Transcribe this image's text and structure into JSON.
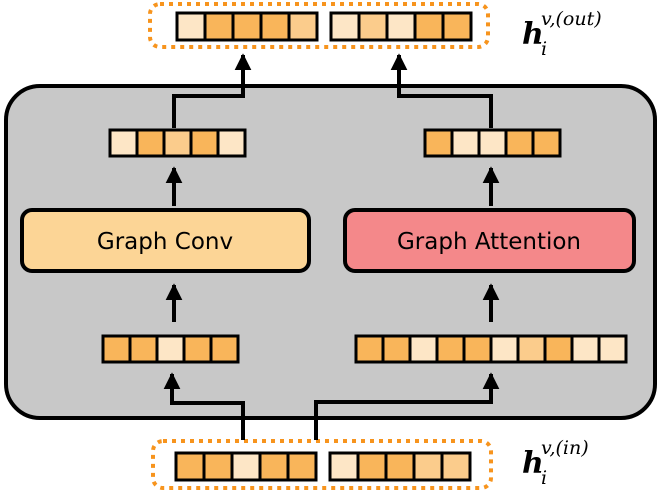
{
  "diagram": {
    "modules": {
      "graph_conv": {
        "label": "Graph Conv",
        "fill": "#FCD596"
      },
      "graph_attention": {
        "label": "Graph Attention",
        "fill": "#F4888A"
      }
    },
    "outer_panel": {
      "fill": "#C8C8C8"
    },
    "input_label": {
      "symbol": "h",
      "subscript": "i",
      "superscript": "v,(in)"
    },
    "output_label": {
      "symbol": "h",
      "subscript": "i",
      "superscript": "v,(out)"
    },
    "colors": {
      "cell_dark": "#F9B55A",
      "cell_mid": "#FBCC8C",
      "cell_light": "#FDE6C6",
      "dotted_border": "#F7941D",
      "stroke": "#000000"
    },
    "vectors": {
      "input_left": [
        "dark",
        "dark",
        "light",
        "dark",
        "dark"
      ],
      "input_right": [
        "light",
        "dark",
        "dark",
        "mid",
        "mid"
      ],
      "conv_in": [
        "dark",
        "dark",
        "light",
        "dark",
        "dark"
      ],
      "attn_in": [
        "dark",
        "dark",
        "light",
        "dark",
        "dark",
        "light",
        "mid",
        "dark",
        "light",
        "light"
      ],
      "conv_out": [
        "light",
        "dark",
        "mid",
        "dark",
        "light"
      ],
      "attn_out": [
        "dark",
        "light",
        "light",
        "dark",
        "dark"
      ],
      "output_left": [
        "light",
        "dark",
        "dark",
        "dark",
        "mid"
      ],
      "output_right": [
        "light",
        "mid",
        "light",
        "dark",
        "dark"
      ]
    }
  }
}
